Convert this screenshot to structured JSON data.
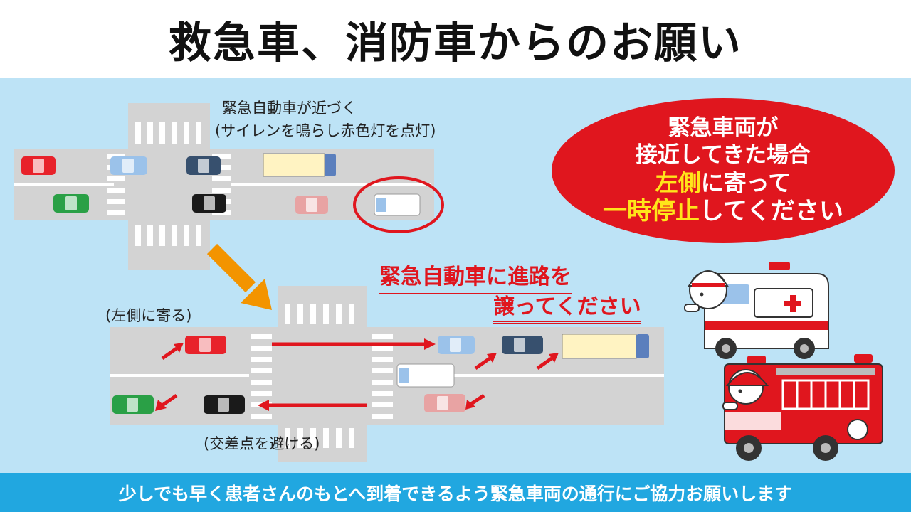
{
  "title": "救急車、消防車からのお願い",
  "notice": {
    "line1": "緊急車両が",
    "line2": "接近してきた場合",
    "line3_highlight": "左側",
    "line3_rest": "に寄って",
    "line4_highlight1": "一時停",
    "line4_highlight2": "止",
    "line4_rest": "してください"
  },
  "top_scene": {
    "caption_line1": "緊急自動車が近づく",
    "caption_line2": "(サイレンを鳴らし赤色灯を点灯)"
  },
  "bottom_scene": {
    "heading_line1": "緊急自動車に進路を",
    "heading_line2": "譲ってください",
    "label_left_side": "(左側に寄る)",
    "label_avoid_intersection": "(交差点を避ける)"
  },
  "footer": "少しでも早く患者さんのもとへ到着できるよう緊急車両の通行にご協力お願いします",
  "colors": {
    "panel_bg": "#bde3f6",
    "emergency_red": "#e0161e",
    "highlight_yellow": "#ffe51a",
    "footer_bg": "#21a7e0",
    "arrow_orange": "#f39400"
  },
  "icons": [
    "ambulance-illustration",
    "fire-engine-illustration",
    "direction-arrow-icon"
  ]
}
